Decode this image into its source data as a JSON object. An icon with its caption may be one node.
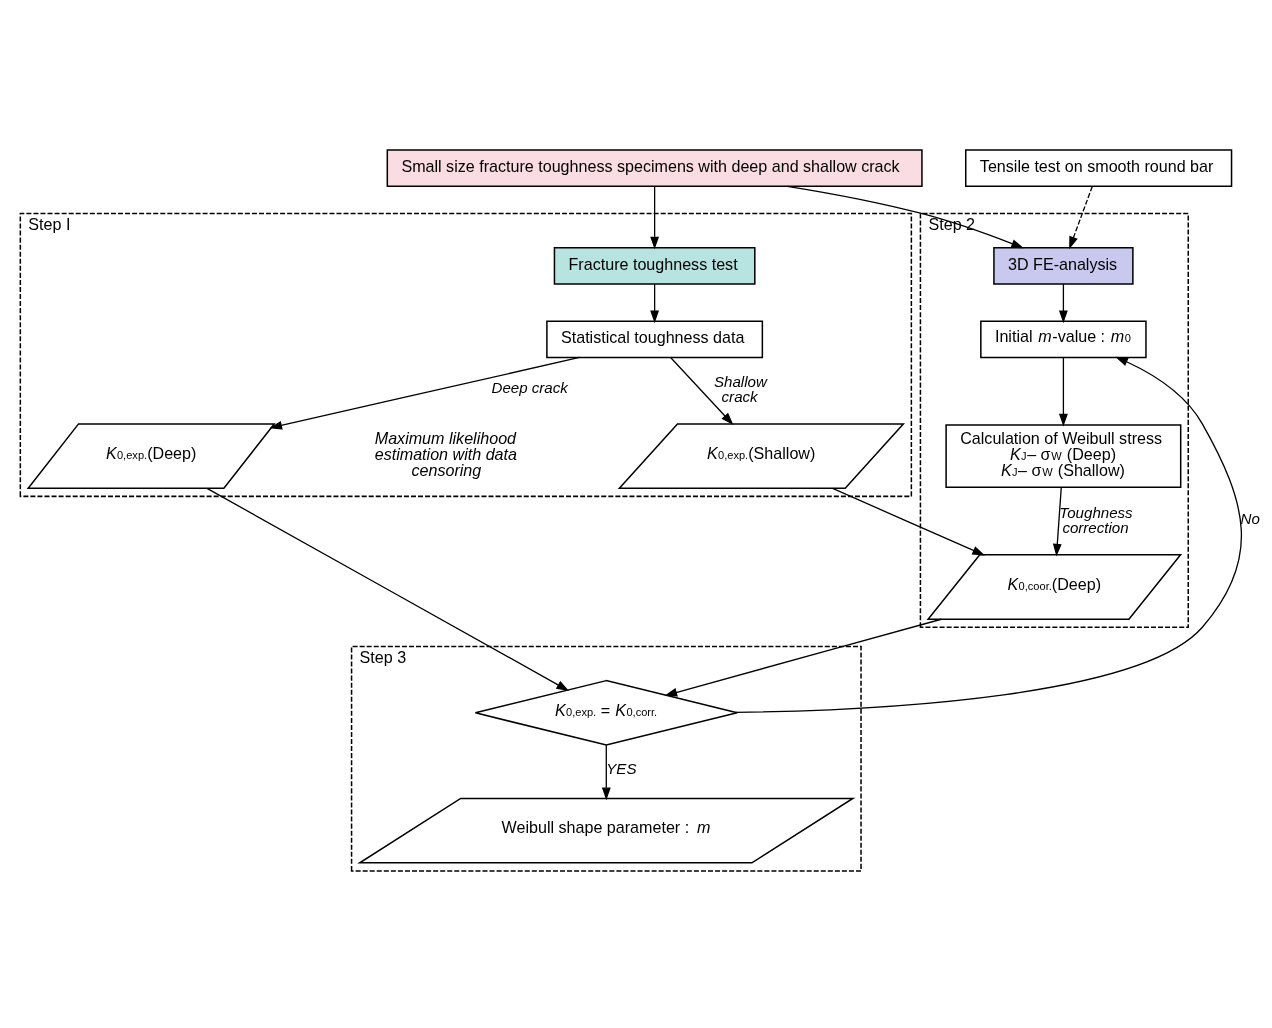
{
  "diagram": {
    "nodes": [
      {
        "text": [
          "Small size fracture toughness specimens with deep and shallow crack"
        ]
      },
      {
        "text": [
          "Tensile test on smooth round bar"
        ]
      },
      {
        "text": [
          "Step I"
        ]
      },
      {
        "text": [
          "Fracture toughness test"
        ],
        "in": 2
      },
      {
        "text": [
          "Statistical toughness data"
        ],
        "in": 2
      },
      {
        "text": [
          "*K*$_{0,exp.}$(Deep)"
        ],
        "in": 2
      },
      {
        "text": [
          "*K*$_{0,exp.}$(Shallow)"
        ],
        "in": 2
      },
      {
        "text": [
          "Step 2"
        ]
      },
      {
        "text": [
          "3D FE-analysis"
        ],
        "in": 7
      },
      {
        "text": [
          "Initial *m*-value : *m*$_{0}$"
        ],
        "in": 7
      },
      {
        "text": [
          "Calculation of Weibull stress",
          "*K*$_{J}$– σ$_{W}$ (Deep)",
          "*K*$_{J}$– σ$_{W}$ (Shallow)"
        ],
        "in": 7
      },
      {
        "text": [
          "*K*$_{0,coor.}$(Deep)"
        ],
        "in": 7
      },
      {
        "text": [
          "Step 3"
        ]
      },
      {
        "text": [
          "*K*$_{0,exp.}$ = *K*$_{0,corr.}$"
        ],
        "in": 12
      },
      {
        "text": [
          "Weibull shape parameter : *m*"
        ],
        "in": 12
      }
    ],
    "edges": [
      {
        "from": 0,
        "to": 3,
        "arrow": "to"
      },
      {
        "from": 0,
        "to": 8,
        "arrow": "to"
      },
      {
        "from": 1,
        "to": 8,
        "arrow": "to",
        "style": "dashed"
      },
      {
        "from": 3,
        "to": 4,
        "arrow": "to"
      },
      {
        "from": 4,
        "to": 5,
        "arrow": "to",
        "label": "Deep crack"
      },
      {
        "from": 4,
        "to": 6,
        "arrow": "to",
        "label": "Shallow crack"
      },
      {
        "from": 8,
        "to": 9,
        "arrow": "to"
      },
      {
        "from": 9,
        "to": 10,
        "arrow": "to"
      },
      {
        "from": 10,
        "to": 11,
        "arrow": "to",
        "label": "Toughness correction"
      },
      {
        "from": 6,
        "to": 11,
        "arrow": "to"
      },
      {
        "from": 5,
        "to": 13,
        "arrow": "to"
      },
      {
        "from": 11,
        "to": 13,
        "arrow": "to"
      },
      {
        "from": 13,
        "to": 9,
        "arrow": "to",
        "label": "No"
      },
      {
        "from": 13,
        "to": 14,
        "arrow": "to",
        "label": "YES"
      }
    ],
    "labels": [
      "Maximum likelihood estimation with data censoring"
    ]
  }
}
